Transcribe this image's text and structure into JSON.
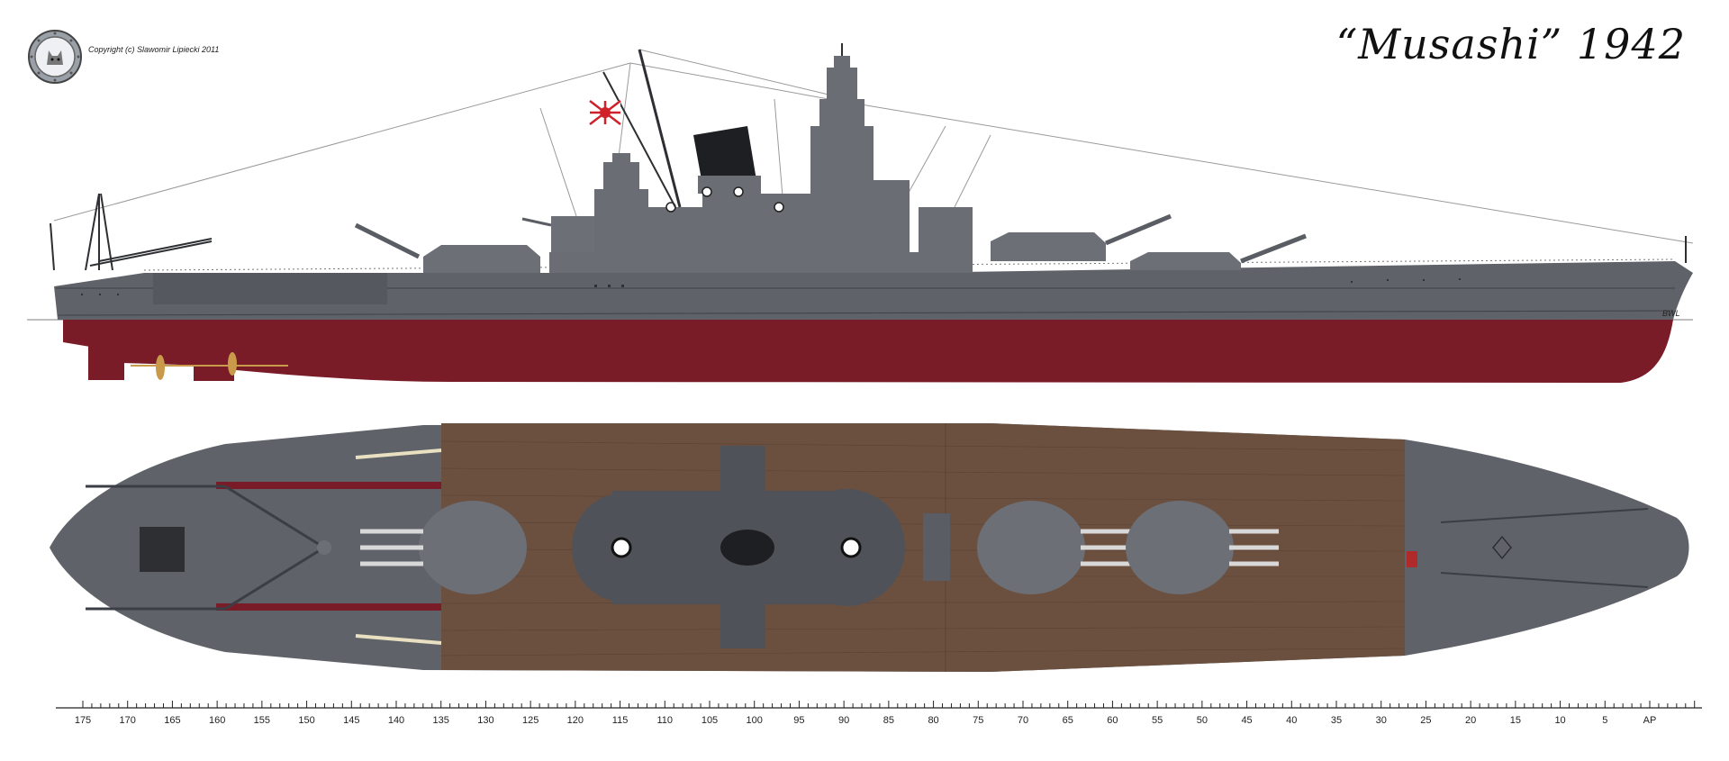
{
  "header": {
    "title": "“Musashi” 1942",
    "copyright": "Copyright (c) Slawomir Lipiecki 2011"
  },
  "profile": {
    "waterline_label": "BWL"
  },
  "colors": {
    "hull_gray": "#5f6268",
    "hull_dark": "#4a4d53",
    "antifouling_red": "#7a1c28",
    "deck_wood": "#6b5040",
    "turret_gray": "#6c6f76",
    "flag_red": "#d0202a"
  },
  "scale": {
    "labels": [
      "175",
      "170",
      "165",
      "160",
      "155",
      "150",
      "145",
      "140",
      "135",
      "130",
      "125",
      "120",
      "115",
      "110",
      "105",
      "100",
      "95",
      "90",
      "85",
      "80",
      "75",
      "70",
      "65",
      "60",
      "55",
      "50",
      "45",
      "40",
      "35",
      "30",
      "25",
      "20",
      "15",
      "10",
      "5",
      "AP"
    ]
  }
}
